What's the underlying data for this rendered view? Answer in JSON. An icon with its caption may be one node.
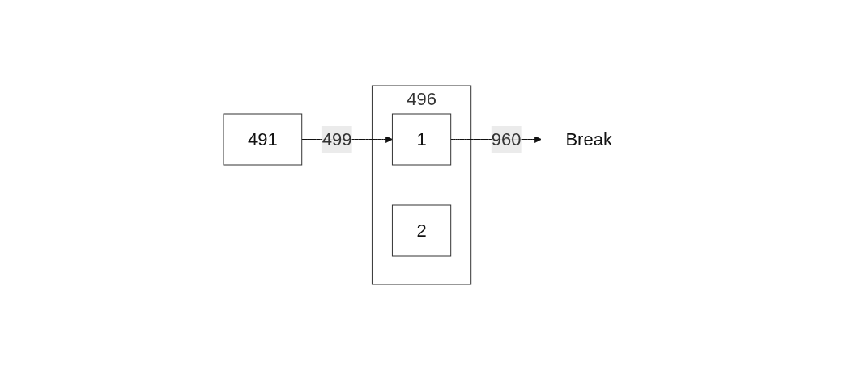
{
  "diagram": {
    "nodes": [
      {
        "text": [
          "491"
        ]
      },
      {
        "text": [
          "496"
        ]
      },
      {
        "text": [
          "1"
        ],
        "in": 1
      },
      {
        "text": [
          "2"
        ],
        "in": 1
      },
      {
        "text": [
          "Break"
        ]
      }
    ],
    "edges": [
      {
        "from": 0,
        "to": 2,
        "arrow": "to",
        "label": "499"
      },
      {
        "from": 2,
        "to": 4,
        "arrow": "to",
        "label": "960"
      }
    ]
  }
}
